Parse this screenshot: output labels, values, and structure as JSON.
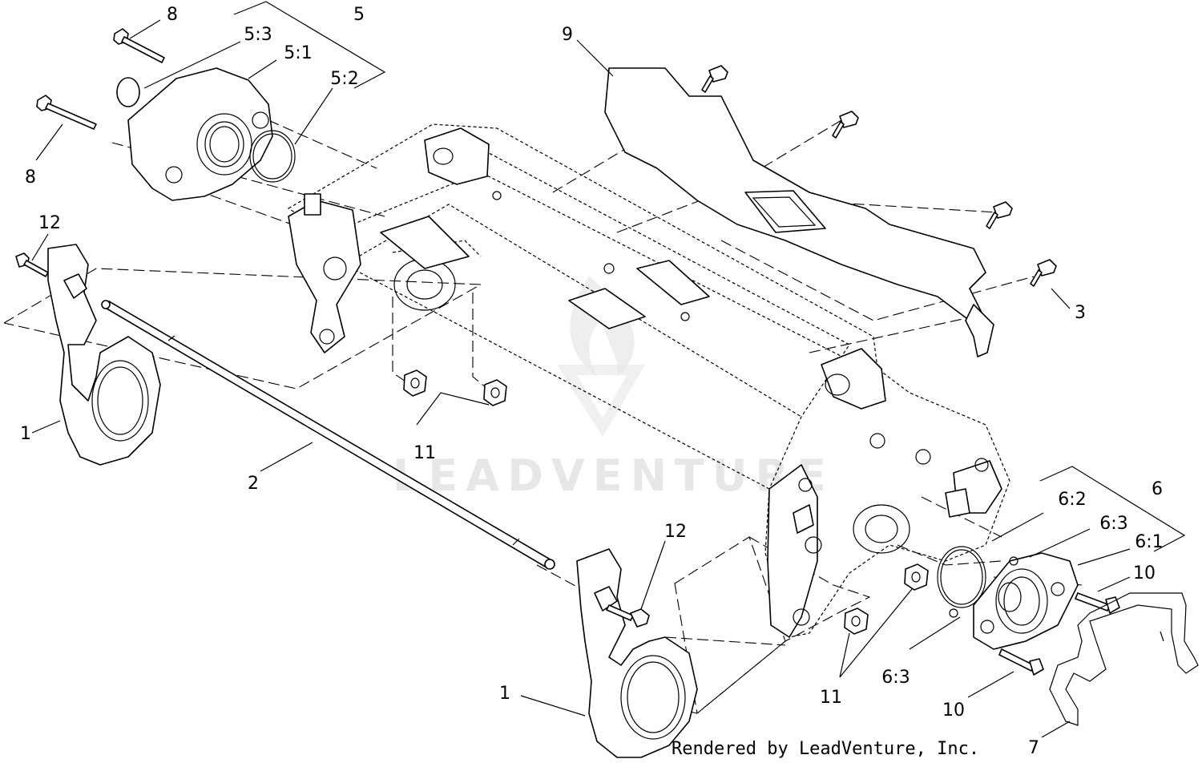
{
  "callouts": [
    {
      "id": "c-8a",
      "text": "8"
    },
    {
      "id": "c-5",
      "text": "5"
    },
    {
      "id": "c-5-3",
      "text": "5:3"
    },
    {
      "id": "c-5-1",
      "text": "5:1"
    },
    {
      "id": "c-5-2",
      "text": "5:2"
    },
    {
      "id": "c-8b",
      "text": "8"
    },
    {
      "id": "c-9",
      "text": "9"
    },
    {
      "id": "c-12a",
      "text": "12"
    },
    {
      "id": "c-3",
      "text": "3"
    },
    {
      "id": "c-1a",
      "text": "1"
    },
    {
      "id": "c-11a",
      "text": "11"
    },
    {
      "id": "c-2",
      "text": "2"
    },
    {
      "id": "c-6",
      "text": "6"
    },
    {
      "id": "c-6-2",
      "text": "6:2"
    },
    {
      "id": "c-6-3a",
      "text": "6:3"
    },
    {
      "id": "c-6-1",
      "text": "6:1"
    },
    {
      "id": "c-10a",
      "text": "10"
    },
    {
      "id": "c-12b",
      "text": "12"
    },
    {
      "id": "c-11b",
      "text": "11"
    },
    {
      "id": "c-6-3b",
      "text": "6:3"
    },
    {
      "id": "c-10b",
      "text": "10"
    },
    {
      "id": "c-1b",
      "text": "1"
    },
    {
      "id": "c-7",
      "text": "7"
    }
  ],
  "footer": "Rendered by LeadVenture, Inc.",
  "watermark": "LEADVENTURE"
}
